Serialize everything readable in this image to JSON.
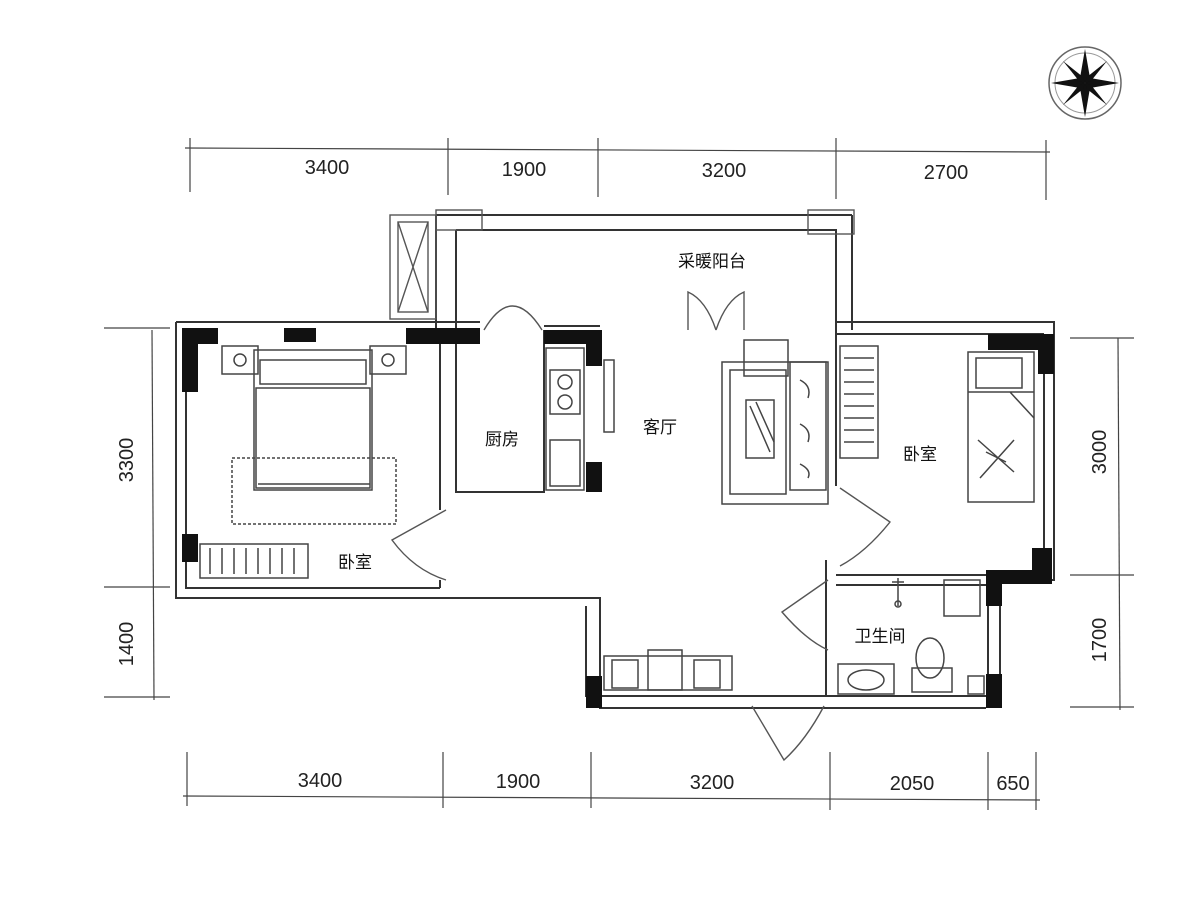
{
  "dimensions": {
    "top": [
      "3400",
      "1900",
      "3200",
      "2700"
    ],
    "bottom": [
      "3400",
      "1900",
      "3200",
      "2050",
      "650"
    ],
    "left": [
      "3300",
      "1400"
    ],
    "right": [
      "3000",
      "1700"
    ]
  },
  "rooms": {
    "balcony": "采暖阳台",
    "kitchen": "厨房",
    "living_room": "客厅",
    "bedroom_left": "卧室",
    "bedroom_right": "卧室",
    "bathroom": "卫生间"
  },
  "icons": {
    "compass": "compass-rose-icon"
  }
}
